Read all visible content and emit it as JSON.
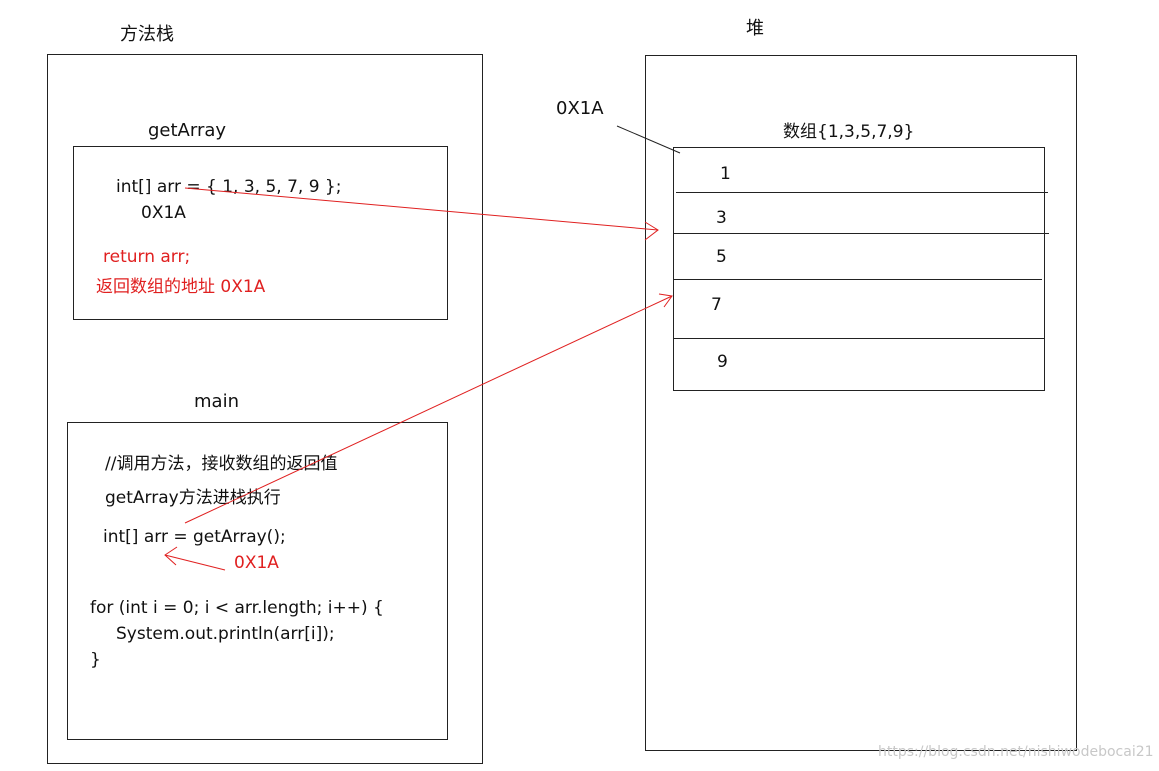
{
  "stack": {
    "title": "方法栈",
    "getArray": {
      "name": "getArray",
      "line_decl": "int[] arr = { 1, 3, 5, 7, 9 };",
      "line_addr": "0X1A",
      "line_return": "return arr;",
      "line_return_note": "返回数组的地址 0X1A"
    },
    "main": {
      "name": "main",
      "line_comment": "//调用方法，接收数组的返回值",
      "line_push": "getArray方法进栈执行",
      "line_decl": "int[] arr = getArray();",
      "line_addr": "0X1A",
      "line_for": "for (int i = 0; i < arr.length; i++) {",
      "line_print": "System.out.println(arr[i]);",
      "line_close": "}"
    }
  },
  "heap": {
    "title": "堆",
    "address": "0X1A",
    "array_label": "数组{1,3,5,7,9}",
    "cells": [
      "1",
      "3",
      "5",
      "7",
      "9"
    ]
  },
  "watermark": "https://blog.csdn.net/nishiwodebocai21",
  "colors": {
    "text": "#111111",
    "border": "#222222",
    "accent": "#e02020"
  }
}
